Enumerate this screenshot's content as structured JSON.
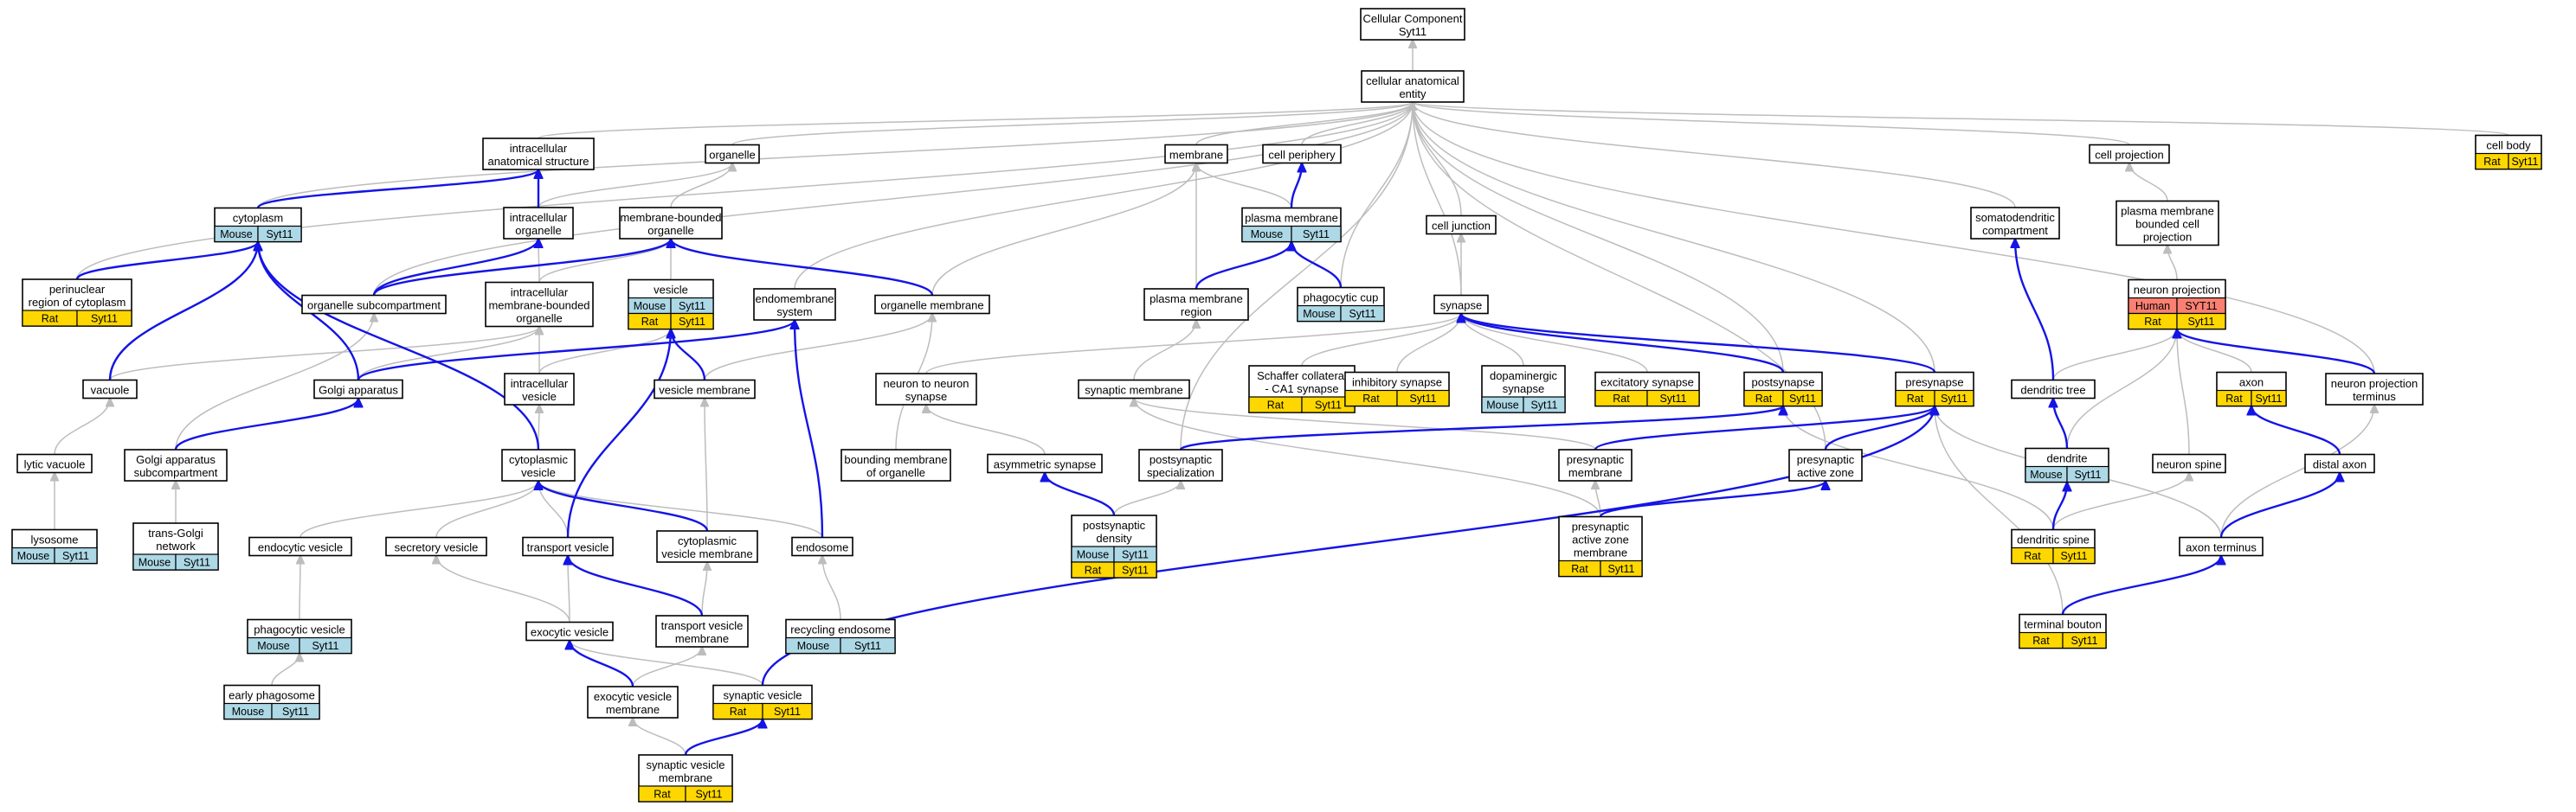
{
  "colors": {
    "rat": "#ffd700",
    "mouse": "#add8e6",
    "human": "#fa8072",
    "edge_is_a": "#bdbdbd",
    "edge_part_of": "#1414e6"
  },
  "nodes": [
    {
      "id": "root",
      "lines": [
        "Cellular Component",
        "Syt11"
      ],
      "rows": []
    },
    {
      "id": "cae",
      "lines": [
        "cellular anatomical",
        "entity"
      ],
      "rows": []
    },
    {
      "id": "cellbody",
      "lines": [
        "cell body"
      ],
      "rows": [
        [
          "Rat",
          "Syt11"
        ]
      ]
    },
    {
      "id": "ias",
      "lines": [
        "intracellular",
        "anatomical structure"
      ],
      "rows": []
    },
    {
      "id": "organelle",
      "lines": [
        "organelle"
      ],
      "rows": []
    },
    {
      "id": "membrane",
      "lines": [
        "membrane"
      ],
      "rows": []
    },
    {
      "id": "cellperiph",
      "lines": [
        "cell periphery"
      ],
      "rows": []
    },
    {
      "id": "cellproj",
      "lines": [
        "cell projection"
      ],
      "rows": []
    },
    {
      "id": "cytoplasm",
      "lines": [
        "cytoplasm"
      ],
      "rows": [
        [
          "Mouse",
          "Syt11"
        ]
      ]
    },
    {
      "id": "intraorg",
      "lines": [
        "intracellular",
        "organelle"
      ],
      "rows": []
    },
    {
      "id": "mbo",
      "lines": [
        "membrane-bounded",
        "organelle"
      ],
      "rows": []
    },
    {
      "id": "plasmamem",
      "lines": [
        "plasma membrane"
      ],
      "rows": [
        [
          "Mouse",
          "Syt11"
        ]
      ]
    },
    {
      "id": "celljunction",
      "lines": [
        "cell junction"
      ],
      "rows": []
    },
    {
      "id": "somato",
      "lines": [
        "somatodendritic",
        "compartment"
      ],
      "rows": []
    },
    {
      "id": "pmbcp",
      "lines": [
        "plasma membrane",
        "bounded cell",
        "projection"
      ],
      "rows": []
    },
    {
      "id": "perinuclear",
      "lines": [
        "perinuclear",
        "region of cytoplasm"
      ],
      "rows": [
        [
          "Rat",
          "Syt11"
        ]
      ]
    },
    {
      "id": "orgsubcomp",
      "lines": [
        "organelle subcompartment"
      ],
      "rows": []
    },
    {
      "id": "imbo",
      "lines": [
        "intracellular",
        "membrane-bounded",
        "organelle"
      ],
      "rows": []
    },
    {
      "id": "vesicle",
      "lines": [
        "vesicle"
      ],
      "rows": [
        [
          "Mouse",
          "Syt11"
        ],
        [
          "Rat",
          "Syt11"
        ]
      ]
    },
    {
      "id": "endomem",
      "lines": [
        "endomembrane",
        "system"
      ],
      "rows": []
    },
    {
      "id": "orgmem",
      "lines": [
        "organelle membrane"
      ],
      "rows": []
    },
    {
      "id": "pmregion",
      "lines": [
        "plasma membrane",
        "region"
      ],
      "rows": []
    },
    {
      "id": "phagocup",
      "lines": [
        "phagocytic cup"
      ],
      "rows": [
        [
          "Mouse",
          "Syt11"
        ]
      ]
    },
    {
      "id": "synapse",
      "lines": [
        "synapse"
      ],
      "rows": []
    },
    {
      "id": "neuronproj",
      "lines": [
        "neuron projection"
      ],
      "rows": [
        [
          "Human",
          "SYT11"
        ],
        [
          "Rat",
          "Syt11"
        ]
      ]
    },
    {
      "id": "vacuole",
      "lines": [
        "vacuole"
      ],
      "rows": []
    },
    {
      "id": "golgi",
      "lines": [
        "Golgi apparatus"
      ],
      "rows": []
    },
    {
      "id": "intravesicle",
      "lines": [
        "intracellular",
        "vesicle"
      ],
      "rows": []
    },
    {
      "id": "vesmem",
      "lines": [
        "vesicle membrane"
      ],
      "rows": []
    },
    {
      "id": "n2n",
      "lines": [
        "neuron to neuron",
        "synapse"
      ],
      "rows": []
    },
    {
      "id": "synmem",
      "lines": [
        "synaptic membrane"
      ],
      "rows": []
    },
    {
      "id": "schaffer",
      "lines": [
        "Schaffer collateral",
        "- CA1 synapse"
      ],
      "rows": [
        [
          "Rat",
          "Syt11"
        ]
      ]
    },
    {
      "id": "inhib",
      "lines": [
        "inhibitory synapse"
      ],
      "rows": [
        [
          "Rat",
          "Syt11"
        ]
      ]
    },
    {
      "id": "dopa",
      "lines": [
        "dopaminergic",
        "synapse"
      ],
      "rows": [
        [
          "Mouse",
          "Syt11"
        ]
      ]
    },
    {
      "id": "excit",
      "lines": [
        "excitatory synapse"
      ],
      "rows": [
        [
          "Rat",
          "Syt11"
        ]
      ]
    },
    {
      "id": "postsyn",
      "lines": [
        "postsynapse"
      ],
      "rows": [
        [
          "Rat",
          "Syt11"
        ]
      ]
    },
    {
      "id": "presyn",
      "lines": [
        "presynapse"
      ],
      "rows": [
        [
          "Rat",
          "Syt11"
        ]
      ]
    },
    {
      "id": "dendtree",
      "lines": [
        "dendritic tree"
      ],
      "rows": []
    },
    {
      "id": "axon",
      "lines": [
        "axon"
      ],
      "rows": [
        [
          "Rat",
          "Syt11"
        ]
      ]
    },
    {
      "id": "npterm",
      "lines": [
        "neuron projection",
        "terminus"
      ],
      "rows": []
    },
    {
      "id": "lyticvac",
      "lines": [
        "lytic vacuole"
      ],
      "rows": []
    },
    {
      "id": "golgisub",
      "lines": [
        "Golgi apparatus",
        "subcompartment"
      ],
      "rows": []
    },
    {
      "id": "cytovesicle",
      "lines": [
        "cytoplasmic",
        "vesicle"
      ],
      "rows": []
    },
    {
      "id": "bmo",
      "lines": [
        "bounding membrane",
        "of organelle"
      ],
      "rows": []
    },
    {
      "id": "asymsyn",
      "lines": [
        "asymmetric synapse"
      ],
      "rows": []
    },
    {
      "id": "postspec",
      "lines": [
        "postsynaptic",
        "specialization"
      ],
      "rows": []
    },
    {
      "id": "presynmem",
      "lines": [
        "presynaptic",
        "membrane"
      ],
      "rows": []
    },
    {
      "id": "activezone",
      "lines": [
        "presynaptic",
        "active zone"
      ],
      "rows": []
    },
    {
      "id": "dendrite",
      "lines": [
        "dendrite"
      ],
      "rows": [
        [
          "Mouse",
          "Syt11"
        ]
      ]
    },
    {
      "id": "spine",
      "lines": [
        "neuron spine"
      ],
      "rows": []
    },
    {
      "id": "distalaxon",
      "lines": [
        "distal axon"
      ],
      "rows": []
    },
    {
      "id": "lysosome",
      "lines": [
        "lysosome"
      ],
      "rows": [
        [
          "Mouse",
          "Syt11"
        ]
      ]
    },
    {
      "id": "transgolgi",
      "lines": [
        "trans-Golgi",
        "network"
      ],
      "rows": [
        [
          "Mouse",
          "Syt11"
        ]
      ]
    },
    {
      "id": "endocytic",
      "lines": [
        "endocytic vesicle"
      ],
      "rows": []
    },
    {
      "id": "secretory",
      "lines": [
        "secretory vesicle"
      ],
      "rows": []
    },
    {
      "id": "transport",
      "lines": [
        "transport vesicle"
      ],
      "rows": []
    },
    {
      "id": "cytovesmem",
      "lines": [
        "cytoplasmic",
        "vesicle membrane"
      ],
      "rows": []
    },
    {
      "id": "endosome",
      "lines": [
        "endosome"
      ],
      "rows": []
    },
    {
      "id": "psd",
      "lines": [
        "postsynaptic",
        "density"
      ],
      "rows": [
        [
          "Mouse",
          "Syt11"
        ],
        [
          "Rat",
          "Syt11"
        ]
      ]
    },
    {
      "id": "azmem",
      "lines": [
        "presynaptic",
        "active zone",
        "membrane"
      ],
      "rows": [
        [
          "Rat",
          "Syt11"
        ]
      ]
    },
    {
      "id": "dendspine",
      "lines": [
        "dendritic spine"
      ],
      "rows": [
        [
          "Rat",
          "Syt11"
        ]
      ]
    },
    {
      "id": "axonterm",
      "lines": [
        "axon terminus"
      ],
      "rows": []
    },
    {
      "id": "phagovesicle",
      "lines": [
        "phagocytic vesicle"
      ],
      "rows": [
        [
          "Mouse",
          "Syt11"
        ]
      ]
    },
    {
      "id": "exocytic",
      "lines": [
        "exocytic vesicle"
      ],
      "rows": []
    },
    {
      "id": "tvm",
      "lines": [
        "transport vesicle",
        "membrane"
      ],
      "rows": []
    },
    {
      "id": "recycling",
      "lines": [
        "recycling endosome"
      ],
      "rows": [
        [
          "Mouse",
          "Syt11"
        ]
      ]
    },
    {
      "id": "bouton",
      "lines": [
        "terminal bouton"
      ],
      "rows": [
        [
          "Rat",
          "Syt11"
        ]
      ]
    },
    {
      "id": "earlyphago",
      "lines": [
        "early phagosome"
      ],
      "rows": [
        [
          "Mouse",
          "Syt11"
        ]
      ]
    },
    {
      "id": "evm",
      "lines": [
        "exocytic vesicle",
        "membrane"
      ],
      "rows": []
    },
    {
      "id": "synvesicle",
      "lines": [
        "synaptic vesicle"
      ],
      "rows": [
        [
          "Rat",
          "Syt11"
        ]
      ]
    },
    {
      "id": "svm",
      "lines": [
        "synaptic vesicle",
        "membrane"
      ],
      "rows": [
        [
          "Rat",
          "Syt11"
        ]
      ]
    }
  ],
  "edges": [
    [
      "cae",
      "root",
      "is_a"
    ],
    [
      "ias",
      "cae",
      "is_a"
    ],
    [
      "organelle",
      "cae",
      "is_a"
    ],
    [
      "membrane",
      "cae",
      "is_a"
    ],
    [
      "cellperiph",
      "cae",
      "is_a"
    ],
    [
      "cellproj",
      "cae",
      "is_a"
    ],
    [
      "cellbody",
      "cae",
      "is_a"
    ],
    [
      "celljunction",
      "cae",
      "is_a"
    ],
    [
      "somato",
      "cae",
      "is_a"
    ],
    [
      "cytoplasm",
      "cae",
      "is_a"
    ],
    [
      "perinuclear",
      "cae",
      "is_a"
    ],
    [
      "orgsubcomp",
      "cae",
      "is_a"
    ],
    [
      "synapse",
      "cae",
      "is_a"
    ],
    [
      "npterm",
      "cae",
      "is_a"
    ],
    [
      "endomem",
      "cae",
      "is_a"
    ],
    [
      "presyn",
      "cae",
      "is_a"
    ],
    [
      "activezone",
      "cae",
      "is_a"
    ],
    [
      "phagocup",
      "cae",
      "is_a"
    ],
    [
      "intraorg",
      "organelle",
      "is_a"
    ],
    [
      "mbo",
      "organelle",
      "is_a"
    ],
    [
      "imbo",
      "intraorg",
      "is_a"
    ],
    [
      "imbo",
      "mbo",
      "is_a"
    ],
    [
      "orgsubcomp",
      "mbo",
      "is_a"
    ],
    [
      "vesicle",
      "mbo",
      "is_a"
    ],
    [
      "plasmamem",
      "membrane",
      "is_a"
    ],
    [
      "pmregion",
      "membrane",
      "is_a"
    ],
    [
      "orgmem",
      "membrane",
      "is_a"
    ],
    [
      "pmbcp",
      "cellproj",
      "is_a"
    ],
    [
      "neuronproj",
      "pmbcp",
      "is_a"
    ],
    [
      "synapse",
      "celljunction",
      "is_a"
    ],
    [
      "n2n",
      "synapse",
      "is_a"
    ],
    [
      "schaffer",
      "synapse",
      "is_a"
    ],
    [
      "inhib",
      "synapse",
      "is_a"
    ],
    [
      "dopa",
      "synapse",
      "is_a"
    ],
    [
      "excit",
      "synapse",
      "is_a"
    ],
    [
      "synmem",
      "pmregion",
      "is_a"
    ],
    [
      "postsyn",
      "cae",
      "is_a"
    ],
    [
      "vacuole",
      "imbo",
      "is_a"
    ],
    [
      "golgi",
      "imbo",
      "is_a"
    ],
    [
      "intravesicle",
      "imbo",
      "is_a"
    ],
    [
      "intravesicle",
      "vesicle",
      "is_a"
    ],
    [
      "vesmem",
      "orgmem",
      "is_a"
    ],
    [
      "bmo",
      "orgmem",
      "is_a"
    ],
    [
      "lyticvac",
      "vacuole",
      "is_a"
    ],
    [
      "lysosome",
      "lyticvac",
      "is_a"
    ],
    [
      "golgisub",
      "orgsubcomp",
      "is_a"
    ],
    [
      "transgolgi",
      "golgisub",
      "is_a"
    ],
    [
      "cytovesicle",
      "intravesicle",
      "is_a"
    ],
    [
      "endocytic",
      "cytovesicle",
      "is_a"
    ],
    [
      "secretory",
      "cytovesicle",
      "is_a"
    ],
    [
      "transport",
      "cytovesicle",
      "is_a"
    ],
    [
      "endosome",
      "cytovesicle",
      "is_a"
    ],
    [
      "cytovesmem",
      "vesmem",
      "is_a"
    ],
    [
      "tvm",
      "cytovesmem",
      "is_a"
    ],
    [
      "evm",
      "tvm",
      "is_a"
    ],
    [
      "svm",
      "evm",
      "is_a"
    ],
    [
      "phagovesicle",
      "endocytic",
      "is_a"
    ],
    [
      "earlyphago",
      "phagovesicle",
      "is_a"
    ],
    [
      "exocytic",
      "secretory",
      "is_a"
    ],
    [
      "exocytic",
      "transport",
      "is_a"
    ],
    [
      "synvesicle",
      "exocytic",
      "is_a"
    ],
    [
      "recycling",
      "endosome",
      "is_a"
    ],
    [
      "asymsyn",
      "n2n",
      "is_a"
    ],
    [
      "psd",
      "postspec",
      "is_a"
    ],
    [
      "postspec",
      "cae",
      "is_a"
    ],
    [
      "presynmem",
      "synmem",
      "is_a"
    ],
    [
      "azmem",
      "synmem",
      "is_a"
    ],
    [
      "azmem",
      "presynmem",
      "is_a"
    ],
    [
      "dendtree",
      "neuronproj",
      "is_a"
    ],
    [
      "axon",
      "neuronproj",
      "is_a"
    ],
    [
      "spine",
      "neuronproj",
      "is_a"
    ],
    [
      "dendrite",
      "neuronproj",
      "is_a"
    ],
    [
      "npterm",
      "neuronproj",
      "is_a"
    ],
    [
      "dendspine",
      "spine",
      "is_a"
    ],
    [
      "dendspine",
      "postsyn",
      "is_a"
    ],
    [
      "axonterm",
      "npterm",
      "is_a"
    ],
    [
      "axonterm",
      "presyn",
      "is_a"
    ],
    [
      "bouton",
      "presyn",
      "is_a"
    ],
    [
      "cytoplasm",
      "ias",
      "part_of"
    ],
    [
      "intraorg",
      "ias",
      "part_of"
    ],
    [
      "perinuclear",
      "cytoplasm",
      "part_of"
    ],
    [
      "vacuole",
      "cytoplasm",
      "part_of"
    ],
    [
      "golgi",
      "cytoplasm",
      "part_of"
    ],
    [
      "cytovesicle",
      "cytoplasm",
      "part_of"
    ],
    [
      "orgsubcomp",
      "intraorg",
      "part_of"
    ],
    [
      "orgsubcomp",
      "mbo",
      "part_of"
    ],
    [
      "plasmamem",
      "cellperiph",
      "part_of"
    ],
    [
      "pmregion",
      "plasmamem",
      "part_of"
    ],
    [
      "phagocup",
      "plasmamem",
      "part_of"
    ],
    [
      "orgmem",
      "mbo",
      "part_of"
    ],
    [
      "golgi",
      "endomem",
      "part_of"
    ],
    [
      "endosome",
      "endomem",
      "part_of"
    ],
    [
      "golgisub",
      "golgi",
      "part_of"
    ],
    [
      "vesmem",
      "vesicle",
      "part_of"
    ],
    [
      "cytovesmem",
      "cytovesicle",
      "part_of"
    ],
    [
      "transport",
      "vesicle",
      "part_of"
    ],
    [
      "tvm",
      "transport",
      "part_of"
    ],
    [
      "evm",
      "exocytic",
      "part_of"
    ],
    [
      "svm",
      "synvesicle",
      "part_of"
    ],
    [
      "synvesicle",
      "presyn",
      "part_of"
    ],
    [
      "postsyn",
      "synapse",
      "part_of"
    ],
    [
      "presyn",
      "synapse",
      "part_of"
    ],
    [
      "postspec",
      "postsyn",
      "part_of"
    ],
    [
      "psd",
      "asymsyn",
      "part_of"
    ],
    [
      "presynmem",
      "presyn",
      "part_of"
    ],
    [
      "activezone",
      "presyn",
      "part_of"
    ],
    [
      "azmem",
      "activezone",
      "part_of"
    ],
    [
      "dendtree",
      "somato",
      "part_of"
    ],
    [
      "dendrite",
      "dendtree",
      "part_of"
    ],
    [
      "dendspine",
      "dendrite",
      "part_of"
    ],
    [
      "npterm",
      "neuronproj",
      "part_of"
    ],
    [
      "distalaxon",
      "axon",
      "part_of"
    ],
    [
      "axonterm",
      "distalaxon",
      "part_of"
    ],
    [
      "bouton",
      "axonterm",
      "part_of"
    ]
  ]
}
